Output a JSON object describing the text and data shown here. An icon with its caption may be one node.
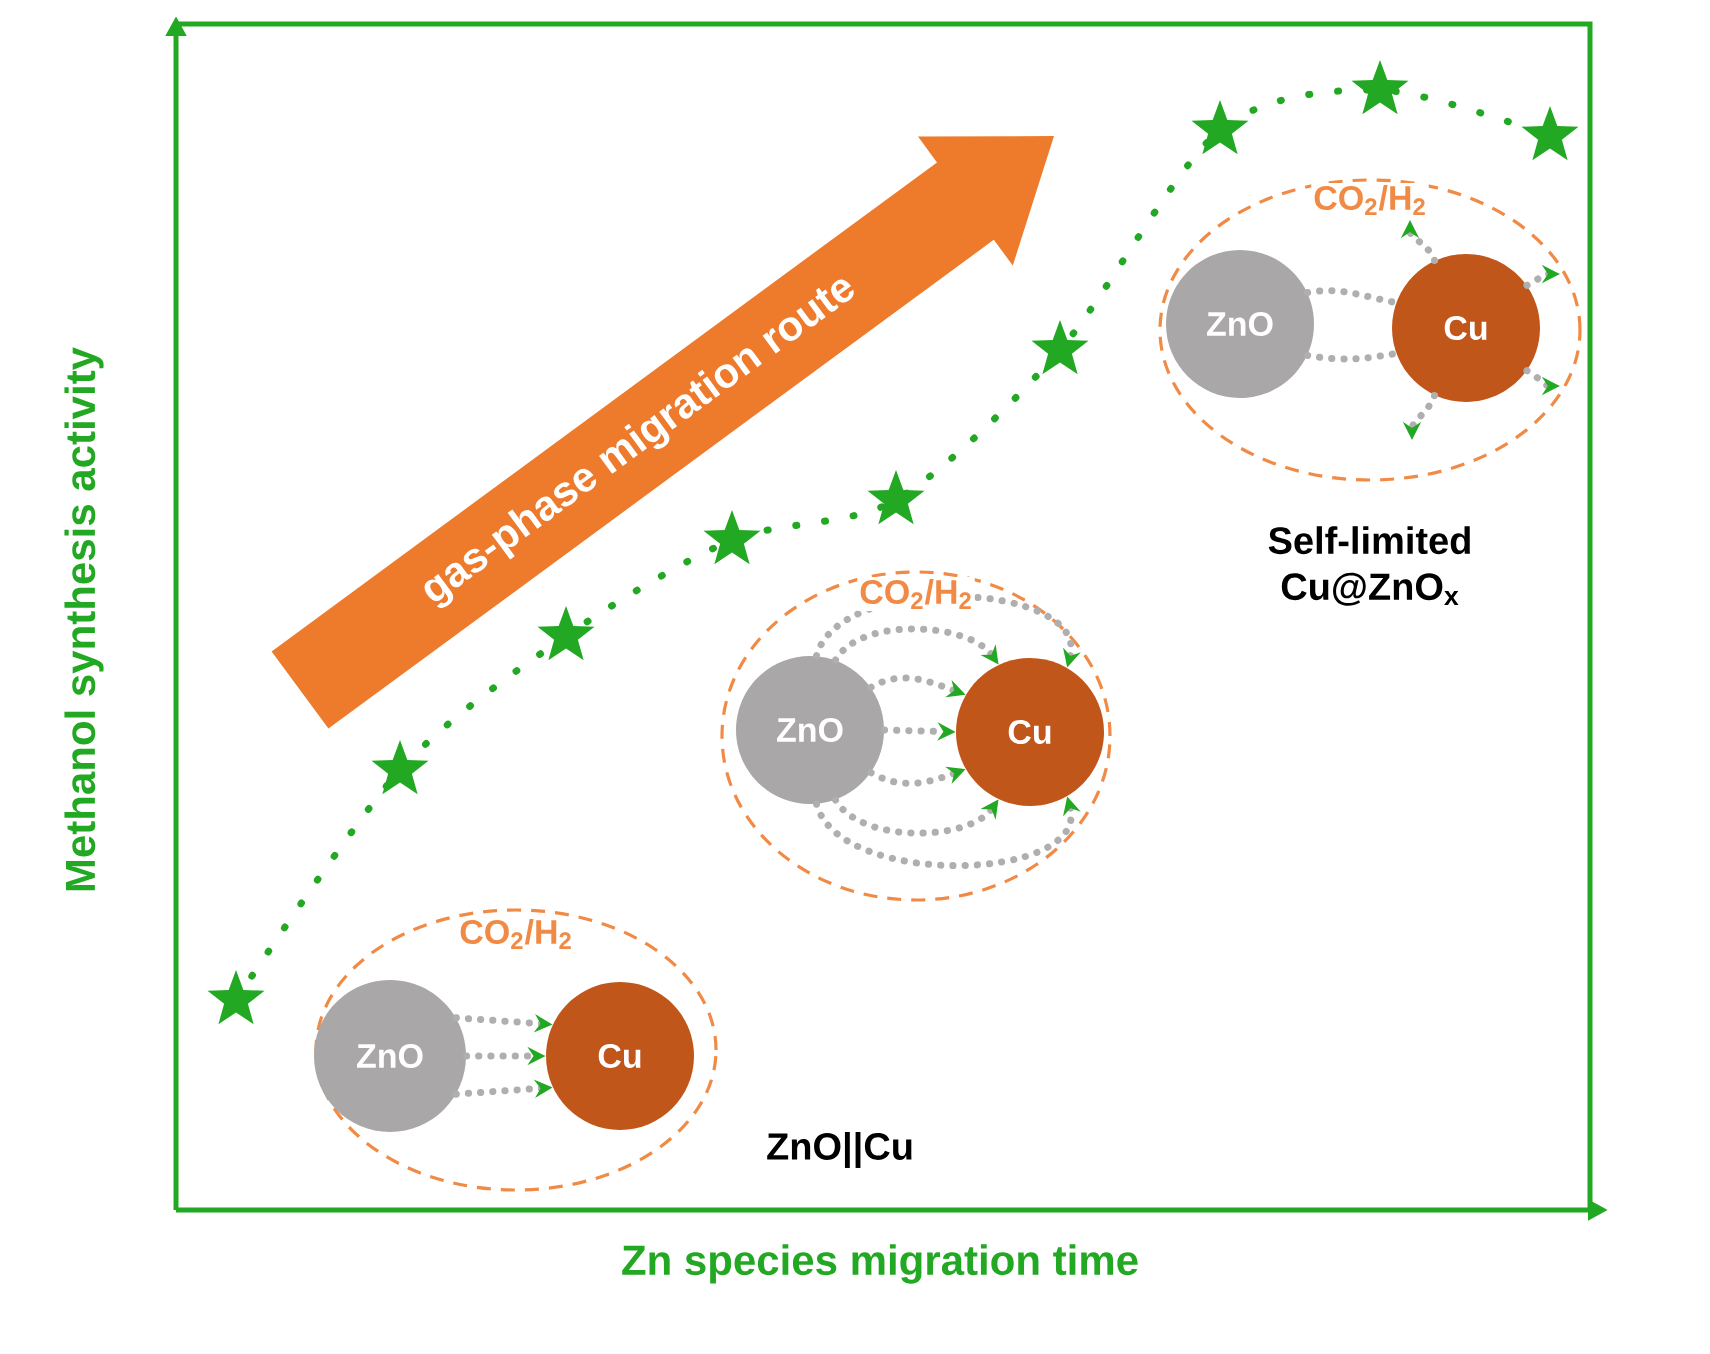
{
  "diagram": {
    "nodes": [
      {
        "text": [
          "CO$_{2}$/H$_{2}$"
        ],
        "beside": [
          "Self-limited Cu@ZnO$_{x}$"
        ]
      },
      {
        "text": [
          "ZnO"
        ],
        "in": 0
      },
      {
        "text": [
          "Cu"
        ],
        "in": 0
      },
      {
        "text": [
          "CO$_{2}$/H$_{2}$"
        ]
      },
      {
        "text": [
          "ZnO"
        ],
        "in": 3
      },
      {
        "text": [
          "Cu"
        ],
        "in": 3
      },
      {
        "text": [
          "CO$_{2}$/H$_{2}$"
        ],
        "beside": [
          "ZnO||Cu"
        ]
      },
      {
        "text": [
          "ZnO"
        ],
        "in": 6
      },
      {
        "text": [
          "Cu"
        ],
        "in": 6
      }
    ],
    "edges": [
      {
        "from": 1,
        "to": 2,
        "arrow": "none"
      },
      {
        "from": 1,
        "to": 2,
        "arrow": "none"
      },
      {
        "from": 2,
        "to": null,
        "arrow": "to"
      },
      {
        "from": 2,
        "to": null,
        "arrow": "to"
      },
      {
        "from": 2,
        "to": null,
        "arrow": "to"
      },
      {
        "from": 2,
        "to": null,
        "arrow": "to"
      },
      {
        "from": 4,
        "to": 5,
        "arrow": "to"
      },
      {
        "from": 4,
        "to": 5,
        "arrow": "to"
      },
      {
        "from": 4,
        "to": 5,
        "arrow": "to"
      },
      {
        "from": 4,
        "to": 5,
        "arrow": "to"
      },
      {
        "from": 4,
        "to": 5,
        "arrow": "to"
      },
      {
        "from": 4,
        "to": 5,
        "arrow": "to"
      },
      {
        "from": 4,
        "to": 5,
        "arrow": "to"
      },
      {
        "from": 7,
        "to": 8,
        "arrow": "to"
      },
      {
        "from": 7,
        "to": 8,
        "arrow": "to"
      },
      {
        "from": 7,
        "to": 8,
        "arrow": "to"
      }
    ],
    "labels": [
      "gas-phase migration route",
      "Methanol synthesis activity",
      "Zn species migration time"
    ]
  }
}
